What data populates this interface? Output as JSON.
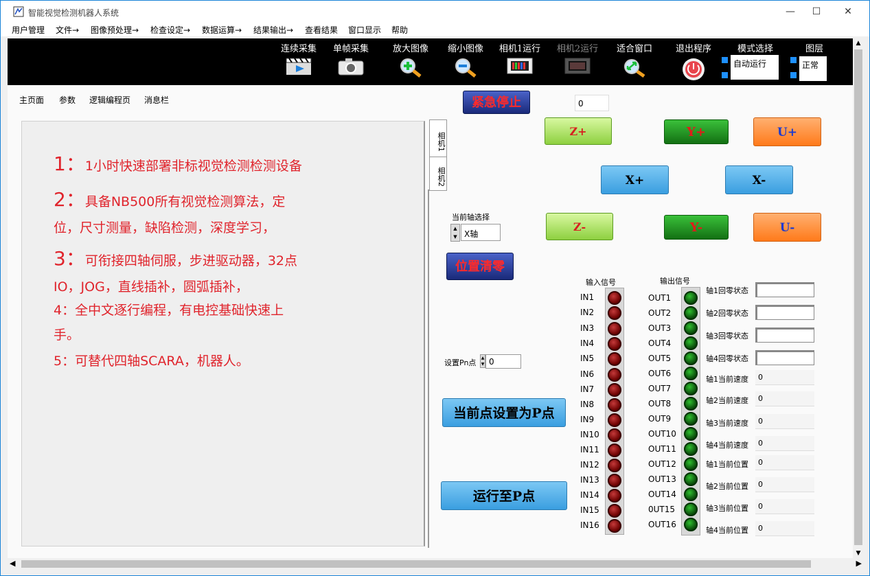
{
  "window": {
    "title": "智能视觉检测机器人系统",
    "minimize": "—",
    "maximize": "☐",
    "close": "✕"
  },
  "menu": [
    "用户管理",
    "文件→",
    "图像预处理→",
    "检查设定→",
    "数据运算→",
    "结果输出→",
    "查看结果",
    "窗口显示",
    "帮助"
  ],
  "toolbar": {
    "continuous": "连续采集",
    "single": "单帧采集",
    "zoom_in": "放大图像",
    "zoom_out": "缩小图像",
    "cam1": "相机1运行",
    "cam2": "相机2运行",
    "fit": "适合窗口",
    "exit": "退出程序",
    "mode_label": "模式选择",
    "mode_value": "自动运行",
    "layer_label": "图层",
    "layer_value": "正常"
  },
  "tabs": [
    "主页面",
    "参数",
    "逻辑编程页",
    "消息栏"
  ],
  "info": {
    "l1n": "1：",
    "l1": "1小时快速部署非标视觉检测检测设备",
    "l2n": "2：",
    "l2": "具备NB500所有视觉检测算法，定",
    "l2b": "位，尺寸测量，缺陷检测，深度学习，",
    "l3n": "3：",
    "l3": "可衔接四轴伺服，步进驱动器，32点",
    "l3b": "IO，JOG，直线插补，圆弧插补，",
    "l4": "4：全中文逐行编程，有电控基础快速上",
    "l4b": "手。",
    "l5": "5：可替代四轴SCARA，机器人。"
  },
  "vtabs": [
    "相机1",
    "相机2"
  ],
  "controls": {
    "estop": "紧急停止",
    "estop_value": "0",
    "zplus": "Z+",
    "yplus": "Y+",
    "uplus": "U+",
    "xplus": "X+",
    "xminus": "X-",
    "zminus": "Z-",
    "yminus": "Y-",
    "uminus": "U-",
    "axis_label": "当前轴选择",
    "axis_value": "X轴",
    "reset": "位置清零",
    "pn_label": "设置Pn点",
    "pn_value": "0",
    "set_p": "当前点设置为P点",
    "run_p": "运行至P点"
  },
  "io": {
    "in_title": "输入信号",
    "out_title": "输出信号",
    "inputs": [
      "IN1",
      "IN2",
      "IN3",
      "IN4",
      "IN5",
      "IN6",
      "IN7",
      "IN8",
      "IN9",
      "IN10",
      "IN11",
      "IN12",
      "IN13",
      "IN14",
      "IN15",
      "IN16"
    ],
    "outputs": [
      "OUT1",
      "OUT2",
      "OUT3",
      "OUT4",
      "OUT5",
      "OUT6",
      "OUT7",
      "OUT8",
      "OUT9",
      "OUT10",
      "OUT11",
      "OUT12",
      "OUT13",
      "OUT14",
      "0UT15",
      "OUT16"
    ]
  },
  "status": {
    "home": [
      "轴1回零状态",
      "轴2回零状态",
      "轴3回零状态",
      "轴4回零状态"
    ],
    "speed": [
      {
        "label": "轴1当前速度",
        "value": "0"
      },
      {
        "label": "轴2当前速度",
        "value": "0"
      },
      {
        "label": "轴3当前速度",
        "value": "0"
      },
      {
        "label": "轴4当前速度",
        "value": "0"
      }
    ],
    "pos": [
      {
        "label": "轴1当前位置",
        "value": "0"
      },
      {
        "label": "轴2当前位置",
        "value": "0"
      },
      {
        "label": "轴3当前位置",
        "value": "0"
      },
      {
        "label": "轴4当前位置",
        "value": "0"
      }
    ]
  },
  "colors": {
    "toolbar": "#000000",
    "info_text": "#e0242c",
    "btn_blue": "#47a9e6",
    "btn_green_light": "#a8e060",
    "btn_green_dark": "#2a9a2a",
    "btn_orange": "#ff8a2a",
    "estop": "#2a3a9a"
  }
}
